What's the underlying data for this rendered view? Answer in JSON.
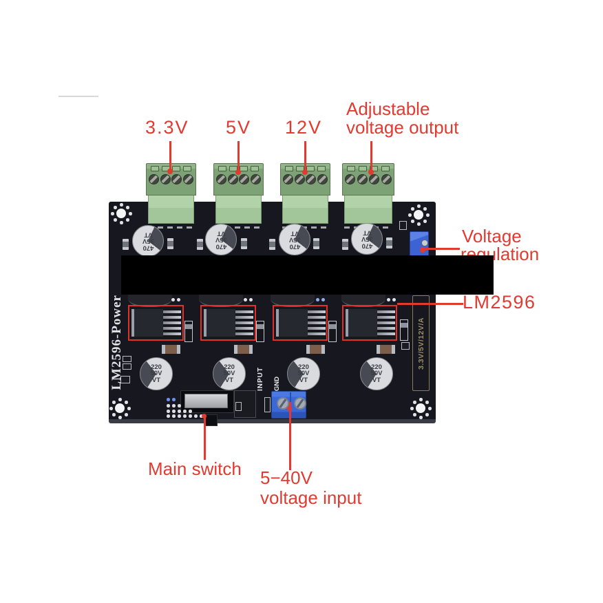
{
  "photo": {
    "labels": {
      "out1": "3.3V",
      "out2": "5V",
      "out3": "12V",
      "adj1": "Adjustable",
      "adj2": "voltage output",
      "vreg1": "Voltage",
      "vreg2": "regulation",
      "chip": "LM2596",
      "switch": "Main switch",
      "input1": "5−40V",
      "input2": "voltage input"
    },
    "colors": {
      "annotation_red": "#e23a31",
      "pcb_black": "#17181f",
      "terminal_green": "#a3c59a",
      "trimmer_blue": "#3c63d3",
      "input_terminal_blue": "#3a68d6",
      "silkscreen_gold": "#9c8f63"
    },
    "board": {
      "silk_left": "LM2596-Power",
      "silk_right": "3.3V/5V/12V/A",
      "silk_input": "INPUT",
      "silk_gnd": "GND",
      "cap_top": [
        "470",
        "35V",
        "VT"
      ],
      "cap_bottom": [
        "220",
        "50V",
        "VT"
      ]
    }
  }
}
